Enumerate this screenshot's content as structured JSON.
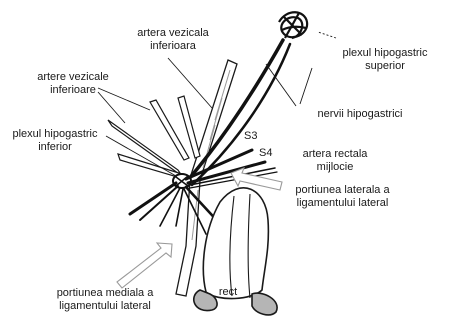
{
  "labels": {
    "plexul_superior": "plexul hipogastric\nsuperior",
    "artera_vezicala_inf": "artera vezicala\ninferioara",
    "artere_vezicale_inf": "artere vezicale\ninferioare",
    "nervii_hipogastrici": "nervii hipogastrici",
    "plexul_inferior": "plexul hipogastric\ninferior",
    "s3": "S3",
    "s4": "S4",
    "artera_rectala": "artera rectala\nmijlocie",
    "portiunea_laterala": "portiunea laterala a\nligamentului lateral",
    "portiunea_mediala": "portiunea mediala a\nligamentului lateral",
    "rect": "rect"
  },
  "colors": {
    "ink": "#1a1a1a",
    "shading": "#9a9a9a",
    "background": "#ffffff"
  }
}
